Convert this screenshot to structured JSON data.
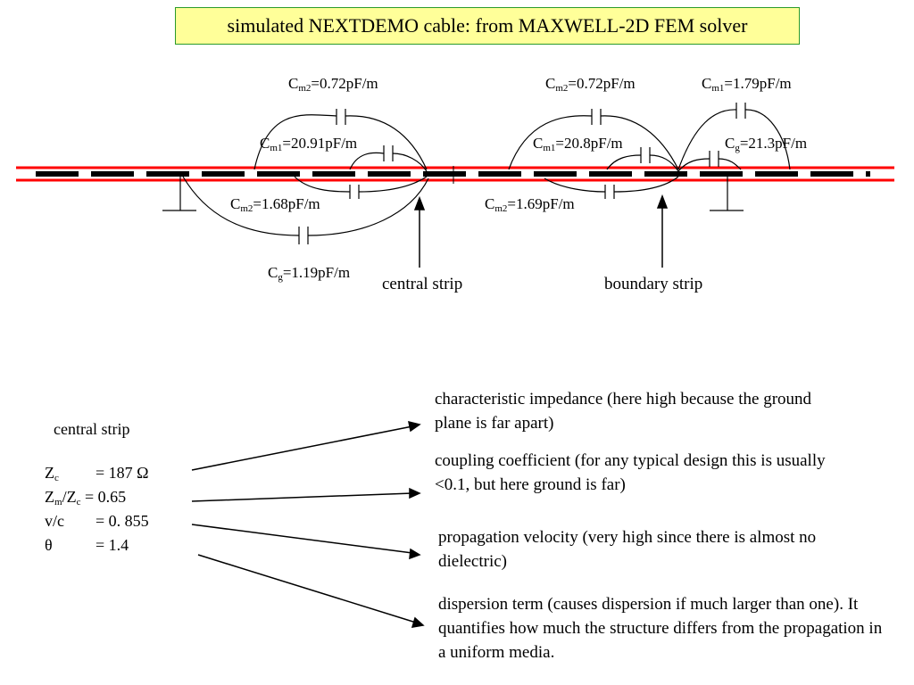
{
  "title": "simulated NEXTDEMO cable: from MAXWELL-2D FEM solver",
  "capacitances": {
    "left_cm2_top": {
      "sym": "C",
      "sub": "m2",
      "val": "=0.72pF/m"
    },
    "left_cm1": {
      "sym": "C",
      "sub": "m1",
      "val": "=20.91pF/m"
    },
    "left_cm2_bottom": {
      "sym": "C",
      "sub": "m2",
      "val": "=1.68pF/m"
    },
    "left_cg": {
      "sym": "C",
      "sub": "g",
      "val": "=1.19pF/m"
    },
    "right_cm2_top": {
      "sym": "C",
      "sub": "m2",
      "val": "=0.72pF/m"
    },
    "right_cm1_top": {
      "sym": "C",
      "sub": "m1",
      "val": "=1.79pF/m"
    },
    "right_cm1": {
      "sym": "C",
      "sub": "m1",
      "val": "=20.8pF/m"
    },
    "right_cg": {
      "sym": "C",
      "sub": "g",
      "val": "=21.3pF/m"
    },
    "right_cm2_bottom": {
      "sym": "C",
      "sub": "m2",
      "val": "=1.69pF/m"
    }
  },
  "labels": {
    "central_strip": "central strip",
    "boundary_strip": "boundary strip"
  },
  "params": {
    "heading": "central strip",
    "zc": {
      "sym": "Z",
      "sub": "c",
      "val": "=  187 Ω"
    },
    "zm": {
      "sym1": "Z",
      "sub1": "m",
      "slash": "/Z",
      "sub2": "c",
      "val": "= 0.65"
    },
    "vc": {
      "sym": "v/c",
      "val": "= 0. 855"
    },
    "theta": {
      "sym": "θ",
      "val": "= 1.4"
    }
  },
  "explanations": {
    "impedance": "characteristic impedance (here high because the ground plane is far apart)",
    "coupling": "coupling coefficient (for any typical design this is usually <0.1, but here ground is far)",
    "velocity": "propagation velocity (very high since there is almost no dielectric)",
    "dispersion": "dispersion term (causes dispersion if much larger than one). It quantifies how much the structure differs from the propagation in a uniform media."
  },
  "colors": {
    "title_background": "#ffff99",
    "title_border": "#2a9a2a",
    "cable_red": "#ff0000",
    "strip": "#000000"
  }
}
